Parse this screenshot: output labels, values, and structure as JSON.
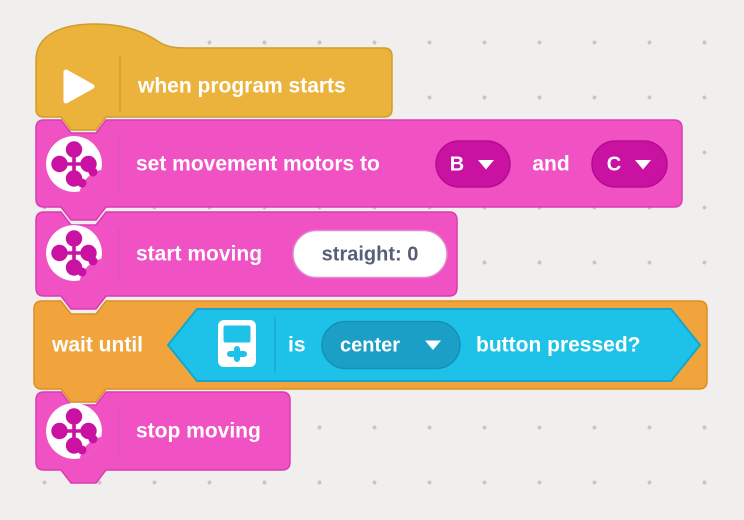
{
  "palette": {
    "yellow": "#ECB33C",
    "pink": "#F052C4",
    "pink_dark": "#C911A2",
    "orange": "#F2A43C",
    "cyan": "#1EC2E9",
    "cyan_dark": "#1C9FC6",
    "white": "#FFFFFF",
    "input_text": "#575E75",
    "background": "#F1EFEE",
    "grid_dot": "#C9C5C3"
  },
  "blocks": [
    {
      "kind": "hat",
      "icon": "play-icon",
      "label": "when program starts"
    },
    {
      "kind": "stack",
      "icon": "movement-motor-icon",
      "label": "set movement motors to",
      "conjunction": "and",
      "dropdowns": [
        {
          "value": "B"
        },
        {
          "value": "C"
        }
      ]
    },
    {
      "kind": "stack",
      "icon": "movement-motor-icon",
      "label": "start moving",
      "input": {
        "value": "straight: 0"
      }
    },
    {
      "kind": "stack",
      "label": "wait until",
      "condition": {
        "icon": "hub-icon",
        "prefix": "is",
        "dropdown": {
          "value": "center"
        },
        "suffix": "button pressed?"
      }
    },
    {
      "kind": "stack",
      "icon": "movement-motor-icon",
      "label": "stop moving"
    }
  ]
}
